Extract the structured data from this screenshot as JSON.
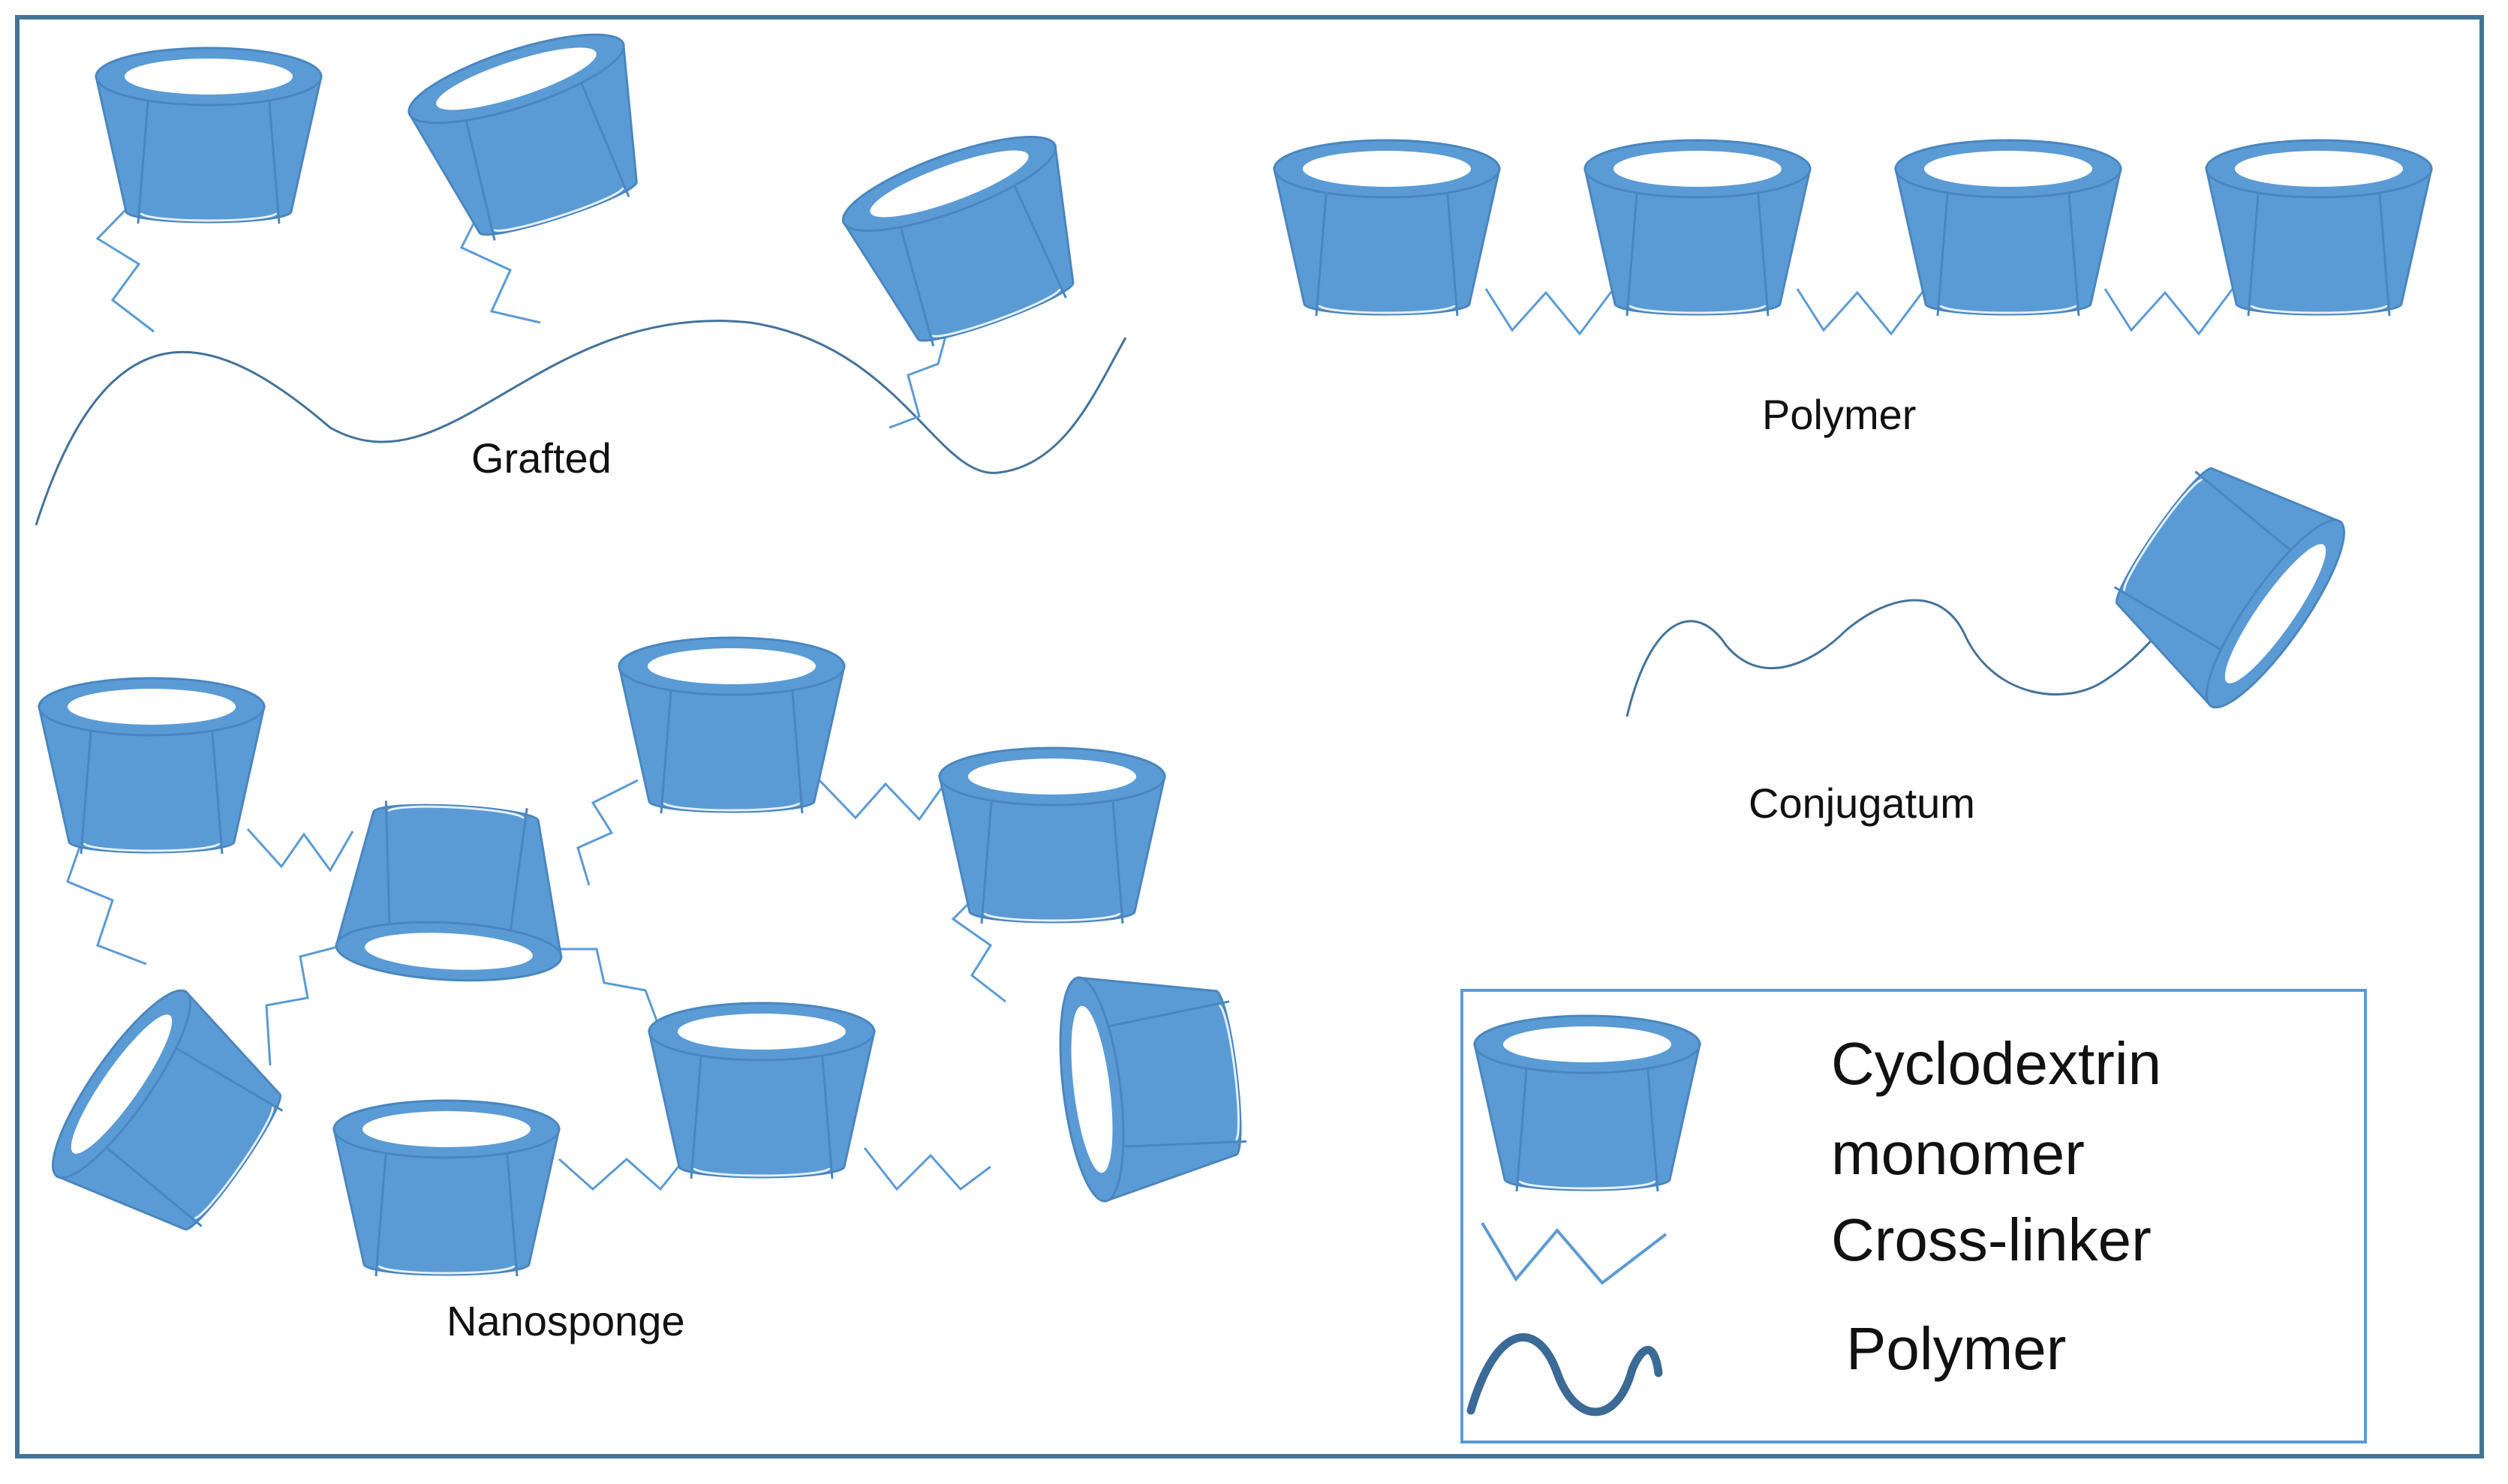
{
  "labels": {
    "grafted": "Grafted",
    "polymer": "Polymer",
    "conjugatum": "Conjugatum",
    "nanosponge": "Nanosponge"
  },
  "legend": {
    "cyclodextrin_line1": "Cyclodextrin",
    "cyclodextrin_line2": "monomer",
    "crosslinker": "Cross-linker",
    "polymer": "Polymer"
  },
  "colors": {
    "cup_fill": "#5b9bd5",
    "cup_stroke": "#4a86bf",
    "linker": "#5b9bd5",
    "polymer_line": "#44739a",
    "legend_polymer": "#3a6a95",
    "frame": "#44739a",
    "legend_border": "#5b9bd5"
  }
}
